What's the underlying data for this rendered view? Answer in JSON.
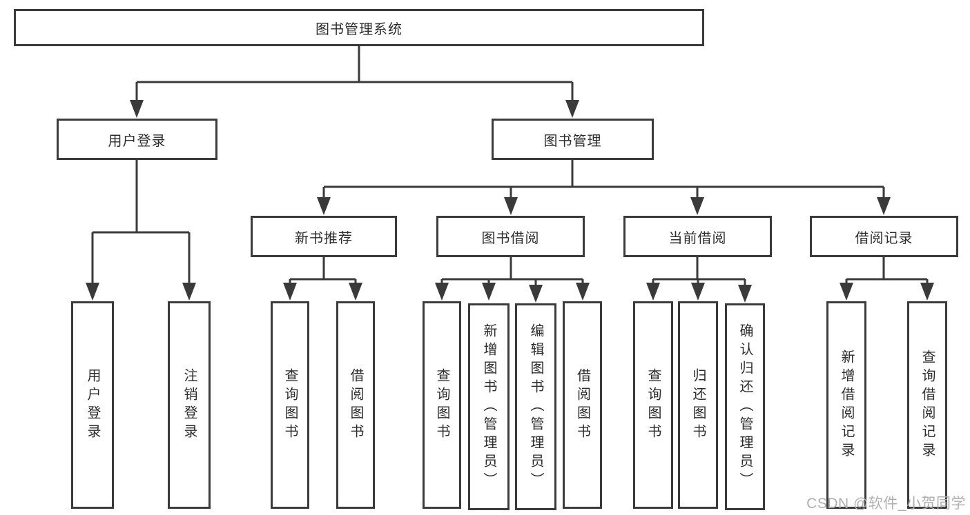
{
  "diagram": {
    "root": "图书管理系统",
    "branches": [
      {
        "label": "用户登录",
        "children": [
          "用户登录",
          "注销登录"
        ]
      },
      {
        "label": "图书管理",
        "modules": [
          {
            "label": "新书推荐",
            "children": [
              "查询图书",
              "借阅图书"
            ]
          },
          {
            "label": "图书借阅",
            "children": [
              "查询图书",
              "新增图书（管理员）",
              "编辑图书（管理员）",
              "借阅图书"
            ]
          },
          {
            "label": "当前借阅",
            "children": [
              "查询图书",
              "归还图书",
              "确认归还（管理员）"
            ]
          },
          {
            "label": "借阅记录",
            "children": [
              "新增借阅记录",
              "查询借阅记录"
            ]
          }
        ]
      }
    ]
  },
  "watermark": "CSDN @软件_小贺同学",
  "colors": {
    "line": "#3a3a3a",
    "text": "#2d2d2d",
    "watermark": "#aeaeae",
    "background": "#ffffff"
  }
}
